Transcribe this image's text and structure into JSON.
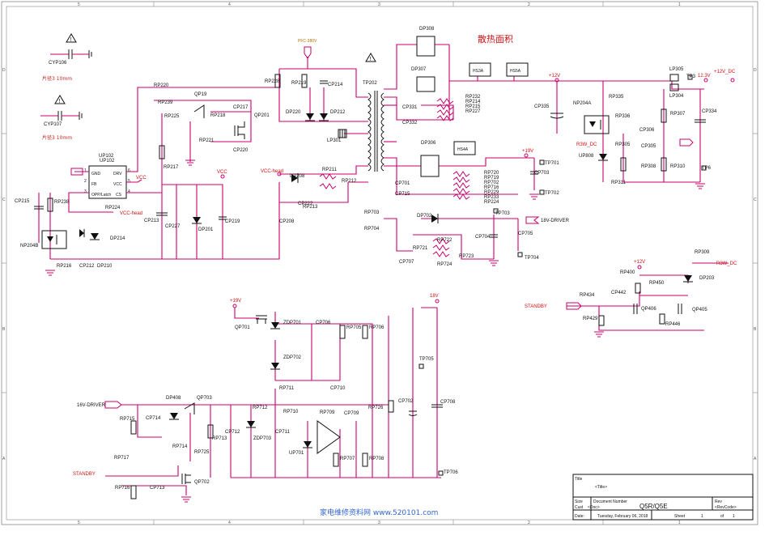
{
  "frame": {
    "top_cols": [
      "5",
      "4",
      "3",
      "2",
      "1"
    ],
    "bottom_cols": [
      "5",
      "4",
      "3",
      "2",
      "1"
    ],
    "rows": [
      "D",
      "C",
      "B",
      "A"
    ]
  },
  "heading": "散热面积",
  "notes": [
    "片径3  10mm",
    "片径3  10mm"
  ],
  "watermark": "家电维修资料网    www.520101.com",
  "nets": {
    "pfc": "PFC-380V",
    "vcc": "VCC",
    "vcc_head": "VCC-head",
    "vcc_head2": "VCC-head",
    "v12": "+12V",
    "v12dc": "+12V_DC",
    "v123": "12.3V",
    "v19": "+19V",
    "v19b": "+19V",
    "v18": "18V",
    "v12b": "+12V",
    "drv18": "18V-DRIVER",
    "drv16": "16V-DRIVER",
    "standby": "STANDBY",
    "standby2": "STANDBY",
    "r3w": "R3W_DC",
    "r3w2": "R3W_DC"
  },
  "ic": {
    "name": "UP102",
    "pins_left": [
      "GND",
      "FB",
      "OPP/Latch"
    ],
    "pins_right": [
      "DRV",
      "VCC",
      "CS"
    ],
    "num_left": [
      "1",
      "2",
      "3"
    ],
    "num_right": [
      "6",
      "5",
      "4"
    ]
  },
  "heatsinks": [
    "HS3A",
    "HS5A",
    "HS4A"
  ],
  "labels": [
    "CYP106",
    "CYP107",
    "RP220",
    "RP239",
    "QP19",
    "RP225",
    "RP218",
    "CP217",
    "QP201",
    "CP220",
    "RP221",
    "RP228",
    "RP219",
    "CP214",
    "DP220",
    "DP212",
    "LP301",
    "TP202",
    "DP308",
    "DP307",
    "RP232",
    "RP214",
    "RP215",
    "RP227",
    "CP331",
    "CP332",
    "CP335",
    "NP204A",
    "RP335",
    "RP336",
    "CP306",
    "RP305",
    "CP305",
    "UP808",
    "RP308",
    "RP310",
    "RP311",
    "LP305",
    "TP3",
    "LP304",
    "RP307",
    "CP334",
    "TP6",
    "UP102",
    "CP215",
    "RP238",
    "NP204B",
    "RP216",
    "CP212",
    "DP210",
    "RP224",
    "DP214",
    "CP213",
    "RP217",
    "CP227",
    "DP201",
    "CP219",
    "DP208",
    "RP211",
    "RP212",
    "CP222",
    "RP213",
    "CP208",
    "DP306",
    "TP701",
    "CP703",
    "TP702",
    "CP701",
    "CP715",
    "RP720",
    "RP719",
    "RP702",
    "RP716",
    "RP229",
    "RP233",
    "RP224",
    "RP703",
    "RP704",
    "DP702",
    "TP703",
    "CP704",
    "CP705",
    "RP721",
    "RP722",
    "RP723",
    "RP724",
    "CP707",
    "TP704",
    "RP309",
    "DP203",
    "RP400",
    "RP450",
    "RP434",
    "CP442",
    "QP406",
    "QP405",
    "RP429",
    "RP446",
    "QP701",
    "ZDP701",
    "CP706",
    "RP705",
    "RP706",
    "ZDP702",
    "TP705",
    "RP711",
    "CP710",
    "RP710",
    "RP709",
    "CP709",
    "RP726",
    "CP702",
    "CP708",
    "DP408",
    "QP703",
    "CP714",
    "RP715",
    "RP712",
    "RP714",
    "CP712",
    "ZDP703",
    "CP711",
    "RP713",
    "RP725",
    "UP701",
    "RP707",
    "RP708",
    "RP717",
    "RP716",
    "CP713",
    "QP702",
    "TP706"
  ],
  "title_block": {
    "title_label": "Title",
    "title": "<Title>",
    "size_label": "Size",
    "size": "Cust",
    "doc_label": "Document Number",
    "doc_code": "<Doc>",
    "doc_number": "Q5R/Q5E",
    "rev_label": "Rev",
    "rev": "<RevCode>",
    "date_label": "Date:",
    "date": "Tuesday, February 06, 2018",
    "sheet_label": "Sheet",
    "sheet": "1",
    "of_label": "of",
    "of": "1"
  }
}
